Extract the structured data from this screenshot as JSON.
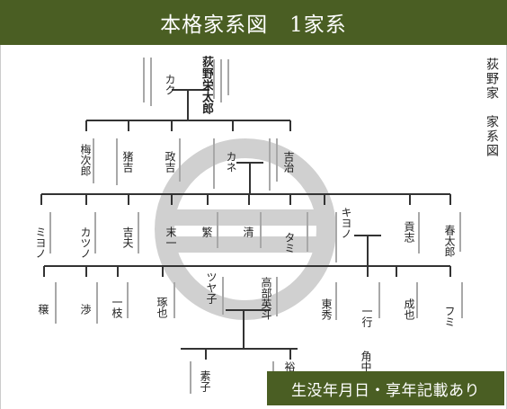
{
  "header": {
    "title": "本格家系図　1家系"
  },
  "side_title": "荻野家　家系図",
  "badge": "生没年月日・享年記載あり",
  "colors": {
    "header_bg": "#4a5e23",
    "line": "#333333",
    "watermark": "#d0d0d0"
  },
  "watermark_icon": "family-crest-icon",
  "people": {
    "founder": "荻野栄太郎",
    "founder_wife": "カク",
    "gen2": [
      "梅次郎",
      "猪吉",
      "政吉",
      "カネ",
      "吉治"
    ],
    "gen3": [
      "ミヨノ",
      "カツノ",
      "吉夫",
      "末一",
      "繁",
      "清",
      "タミ",
      "キヨノ",
      "貢志",
      "春太郎"
    ],
    "gen4": [
      "穣",
      "渉",
      "一枝",
      "琢也",
      "ツヤ子",
      "高部英斗",
      "東秀",
      "一行",
      "成也",
      "フミ"
    ],
    "gen5": [
      "素子",
      "裕",
      "角中"
    ]
  }
}
